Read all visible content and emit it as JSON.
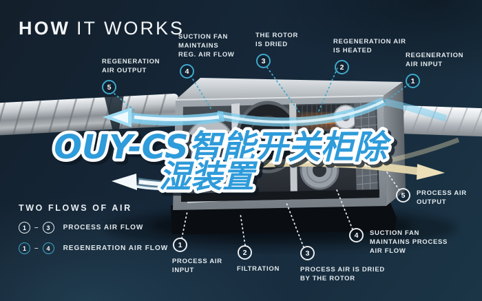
{
  "title": {
    "word_bold": "HOW",
    "word_light": "IT WORKS"
  },
  "overlay_title": {
    "line1": "OUY-CS智能开关柜除",
    "line2": "湿装置"
  },
  "legend": {
    "title": "TWO FLOWS OF AIR",
    "rows": [
      {
        "from": "1",
        "to": "3",
        "label": "PROCESS AIR FLOW"
      },
      {
        "from": "1",
        "to": "4",
        "label": "REGENERATION AIR FLOW"
      }
    ]
  },
  "callouts": {
    "regeneration": [
      {
        "num": "5",
        "label": "REGENERATION\nAIR OUTPUT"
      },
      {
        "num": "4",
        "label": "SUCTION FAN\nMAINTAINS\nREG. AIR FLOW"
      },
      {
        "num": "3",
        "label": "THE ROTOR\nIS DRIED"
      },
      {
        "num": "2",
        "label": "REGENERATION AIR\nIS HEATED"
      },
      {
        "num": "1",
        "label": "REGENERATION\nAIR INPUT"
      }
    ],
    "process": [
      {
        "num": "1",
        "label": "PROCESS AIR\nINPUT"
      },
      {
        "num": "2",
        "label": "FILTRATION"
      },
      {
        "num": "3",
        "label": "PROCESS AIR IS DRIED\nBY THE ROTOR"
      },
      {
        "num": "4",
        "label": "SUCTION FAN\nMAINTAINS PROCESS\nAIR FLOW"
      },
      {
        "num": "5",
        "label": "PROCESS AIR\nOUTPUT"
      }
    ]
  },
  "colors": {
    "background": "#16293A",
    "accent_teal": "#3FA9CB",
    "title_blue": "#2E9BDA",
    "flow_tan": "#E7D9AE",
    "label_text": "#E3E9ED"
  }
}
